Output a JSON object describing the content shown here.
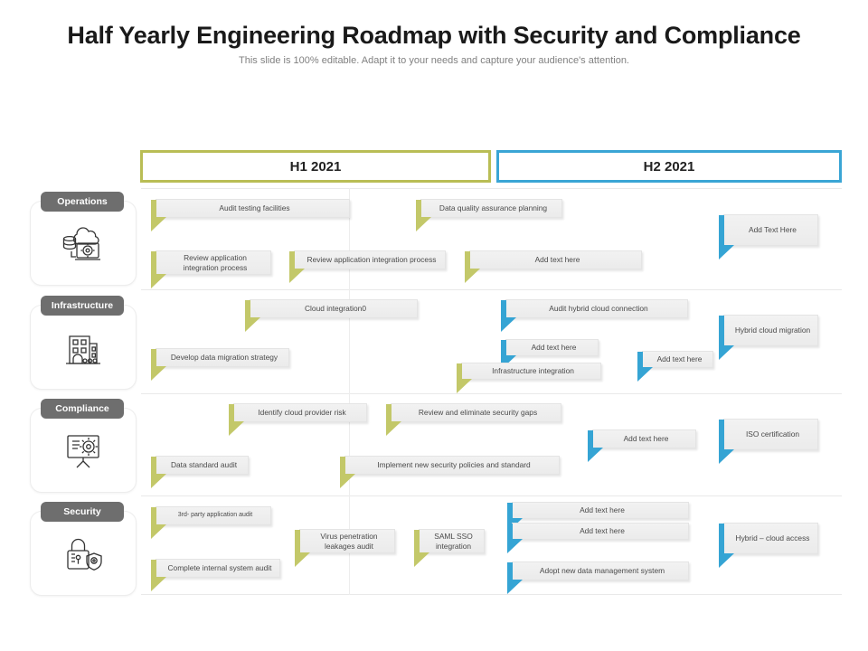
{
  "header": {
    "title": "Half Yearly Engineering Roadmap with Security and Compliance",
    "subtitle": "This slide is 100% editable. Adapt it to your needs and capture your audience's attention."
  },
  "colors": {
    "h1_accent": "#b9bd55",
    "h2_accent": "#3aa5d5",
    "chip_bg": "#6e6e6e",
    "task_bg": "#efefef"
  },
  "periods": [
    {
      "label": "H1 2021",
      "accent": "#b9bd55"
    },
    {
      "label": "H2 2021",
      "accent": "#3aa5d5"
    }
  ],
  "categories": [
    {
      "label": "Operations",
      "icon": "cloud-database-icon"
    },
    {
      "label": "Infrastructure",
      "icon": "building-icon"
    },
    {
      "label": "Compliance",
      "icon": "presentation-gear-icon"
    },
    {
      "label": "Security",
      "icon": "lock-shield-icon"
    }
  ],
  "tasks": [
    {
      "label": "Audit testing facilities",
      "color": "olive",
      "row": "Operations"
    },
    {
      "label": "Data quality assurance planning",
      "color": "olive",
      "row": "Operations"
    },
    {
      "label": "Add Text Here",
      "color": "blue",
      "row": "Operations"
    },
    {
      "label": "Review  application integration  process",
      "color": "olive",
      "row": "Operations"
    },
    {
      "label": "Review  application integration  process",
      "color": "olive",
      "row": "Operations"
    },
    {
      "label": "Add text here",
      "color": "olive",
      "row": "Operations"
    },
    {
      "label": "Cloud integration0",
      "color": "olive",
      "row": "Infrastructure"
    },
    {
      "label": "Audit hybrid cloud connection",
      "color": "blue",
      "row": "Infrastructure"
    },
    {
      "label": "Hybrid cloud migration",
      "color": "blue",
      "row": "Infrastructure"
    },
    {
      "label": "Develop data migration  strategy",
      "color": "olive",
      "row": "Infrastructure"
    },
    {
      "label": "Add text here",
      "color": "blue",
      "row": "Infrastructure"
    },
    {
      "label": "Add text here",
      "color": "blue",
      "row": "Infrastructure"
    },
    {
      "label": "Infrastructure  integration",
      "color": "olive",
      "row": "Infrastructure"
    },
    {
      "label": "Identify  cloud provider risk",
      "color": "olive",
      "row": "Compliance"
    },
    {
      "label": "Review  and eliminate  security  gaps",
      "color": "olive",
      "row": "Compliance"
    },
    {
      "label": "Add text here",
      "color": "blue",
      "row": "Compliance"
    },
    {
      "label": "ISO  certification",
      "color": "blue",
      "row": "Compliance"
    },
    {
      "label": "Data standard audit",
      "color": "olive",
      "row": "Compliance"
    },
    {
      "label": "Implement  new security  policies and standard",
      "color": "olive",
      "row": "Compliance"
    },
    {
      "label": "3rd- party application audit",
      "color": "olive",
      "row": "Security"
    },
    {
      "label": "Add text here",
      "color": "blue",
      "row": "Security"
    },
    {
      "label": "Add text here",
      "color": "blue",
      "row": "Security"
    },
    {
      "label": "Virus penetration leakages  audit",
      "color": "olive",
      "row": "Security"
    },
    {
      "label": "SAML  SSO integration",
      "color": "olive",
      "row": "Security"
    },
    {
      "label": "Hybrid – cloud access",
      "color": "blue",
      "row": "Security"
    },
    {
      "label": "Complete internal system  audit",
      "color": "olive",
      "row": "Security"
    },
    {
      "label": "Adopt new data management  system",
      "color": "blue",
      "row": "Security"
    }
  ]
}
